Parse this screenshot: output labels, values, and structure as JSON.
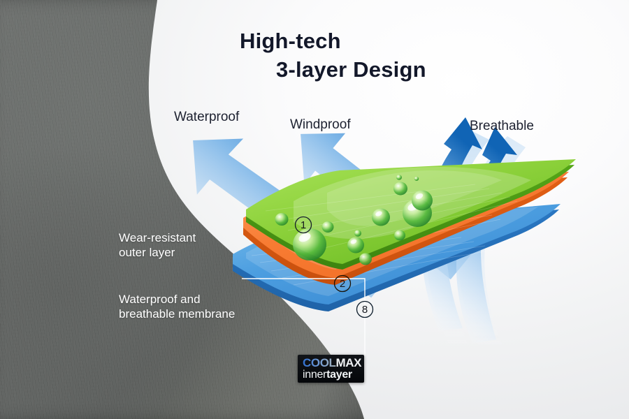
{
  "title": {
    "line1": "High-tech",
    "line2": "3-layer Design"
  },
  "top_labels": [
    {
      "id": "waterproof",
      "text": "Waterproof"
    },
    {
      "id": "windproof",
      "text": "Windproof"
    },
    {
      "id": "breathable",
      "text": "Breathable"
    }
  ],
  "left_labels": [
    {
      "id": "outer-layer",
      "text": "Wear-resistant\nouter layer"
    },
    {
      "id": "membrane",
      "text": "Waterproof and\nbreathable membrane"
    }
  ],
  "layers": [
    {
      "marker": "1",
      "name": "outer-layer",
      "color": "#7fc92f"
    },
    {
      "marker": "2",
      "name": "membrane",
      "color": "#f4702b"
    },
    {
      "marker": "8",
      "name": "inner-layer",
      "color": "#3f92da"
    }
  ],
  "logo": {
    "cool": "COOL",
    "max": "MAX",
    "inner": "inner",
    "layer": "tayer"
  },
  "colors": {
    "green": "#7fc92f",
    "green_light": "#a8e05a",
    "orange": "#f4702b",
    "orange_light": "#ff9659",
    "blue": "#3f92da",
    "blue_light": "#6fb4e8",
    "arrow_blue": "#1468b8",
    "title": "#13182a",
    "label_dark": "#1d2130",
    "label_light": "#ffffff",
    "sock_gray": "#636764",
    "background": "#f1f2f3"
  }
}
